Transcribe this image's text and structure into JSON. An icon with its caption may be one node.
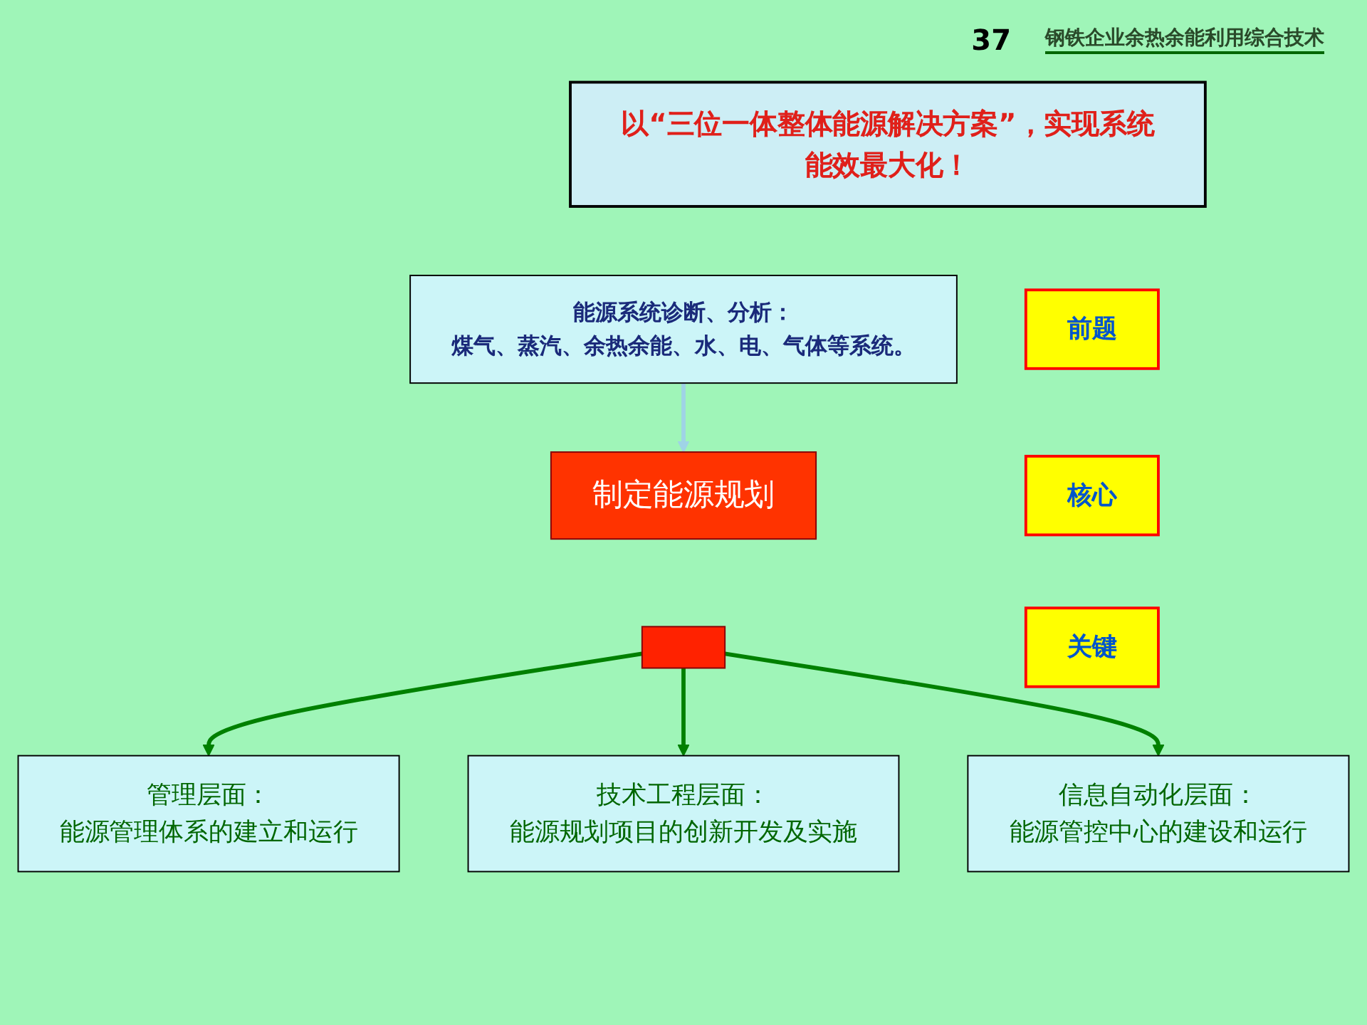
{
  "diagram": {
    "nodes": [
      {
        "text": [
          "以“三位一体整体能源解决方案”，实现系统能效最大化！"
        ]
      },
      {
        "text": [
          "前题"
        ]
      },
      {
        "text": [
          "能源系统诊断、分析：",
          "煤气、蒸汽、余热余能、水、电、气体等系统。"
        ]
      },
      {
        "text": [
          "核心"
        ]
      },
      {
        "text": [
          "制定能源规划"
        ]
      },
      {
        "text": [],
        "shape": "bar"
      },
      {
        "text": [
          "关键"
        ]
      },
      {
        "text": [
          "管理层面：",
          "能源管理体系的建立和运行"
        ]
      },
      {
        "text": [
          "技术工程层面：",
          "能源规划项目的创新开发及实施"
        ]
      },
      {
        "text": [
          "信息自动化层面：",
          "能源管控中心的建设和运行"
        ]
      }
    ],
    "edges": [
      {
        "from": 2,
        "to": 4,
        "arrow": "to",
        "color": "#9fd3e6"
      },
      {
        "from": 5,
        "to": 7,
        "arrow": "to",
        "color": "#008000"
      },
      {
        "from": 5,
        "to": 8,
        "arrow": "to",
        "color": "#008000"
      },
      {
        "from": 5,
        "to": 9,
        "arrow": "to",
        "color": "#008000"
      }
    ],
    "labels": [
      "37",
      "钢铁企业余热余能利用综合技术"
    ]
  }
}
